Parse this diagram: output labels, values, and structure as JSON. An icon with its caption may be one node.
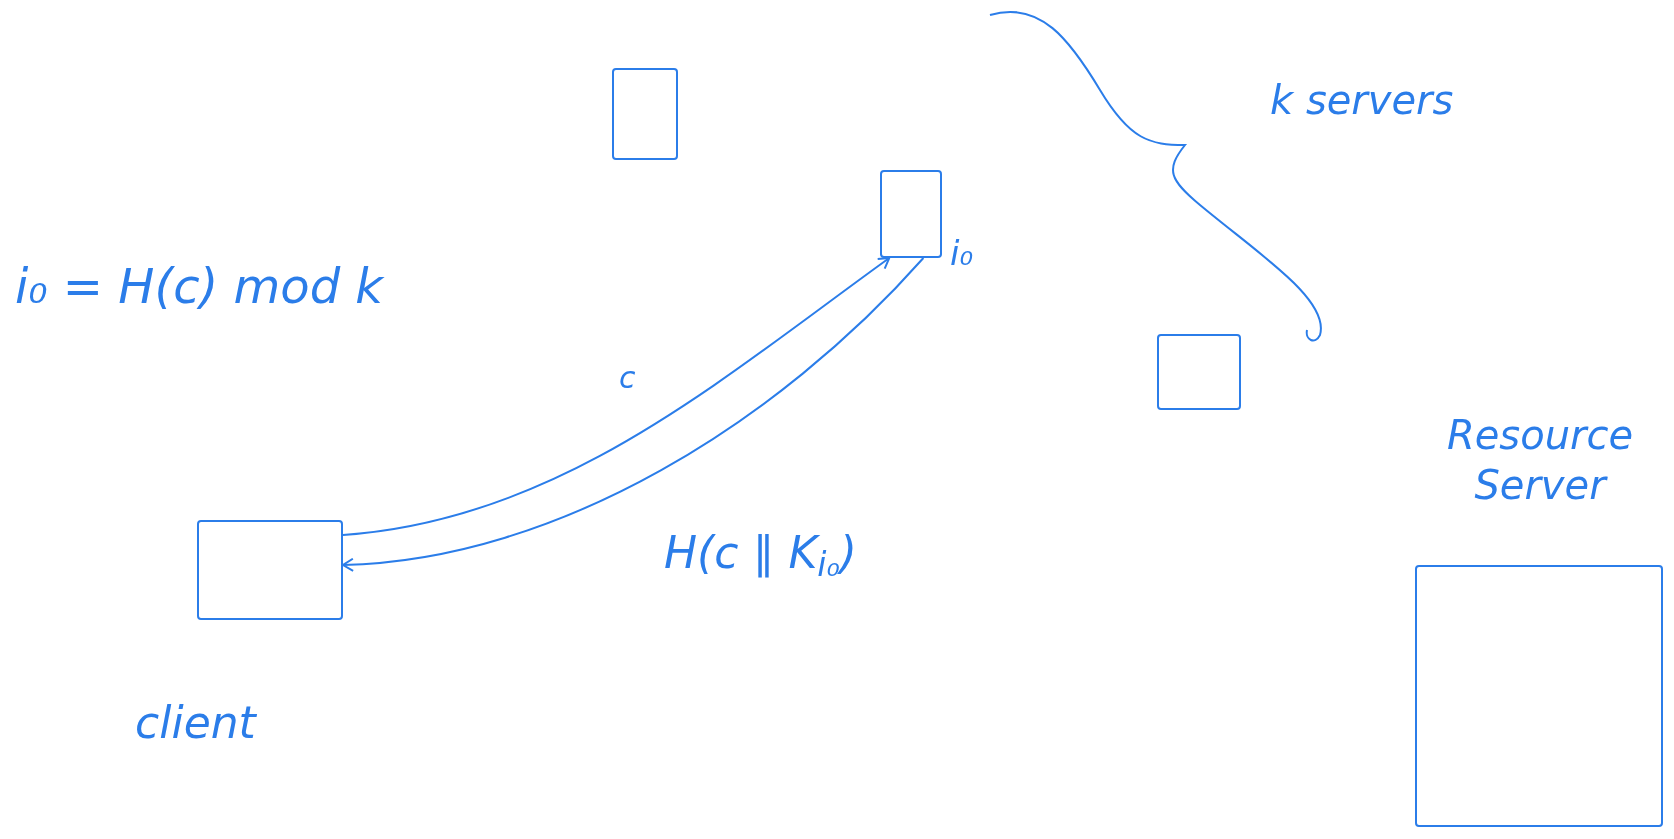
{
  "diagram": {
    "nodes": [
      {
        "text": [],
        "shape": "box"
      },
      {
        "text": [],
        "shape": "box",
        "beside": [
          "i₀"
        ]
      },
      {
        "text": [],
        "shape": "box"
      },
      {
        "text": [],
        "shape": "box",
        "beside": [
          "client"
        ]
      },
      {
        "text": [
          "Resource Server"
        ]
      }
    ],
    "edges": [
      {
        "from": 3,
        "to": 1,
        "arrow": "to",
        "label": "c"
      },
      {
        "from": 1,
        "to": 3,
        "arrow": "to",
        "label": "H(c ∥ K$_{i₀}$)"
      }
    ],
    "labels": [
      "i₀ = H(c) mod k",
      "k servers"
    ]
  }
}
